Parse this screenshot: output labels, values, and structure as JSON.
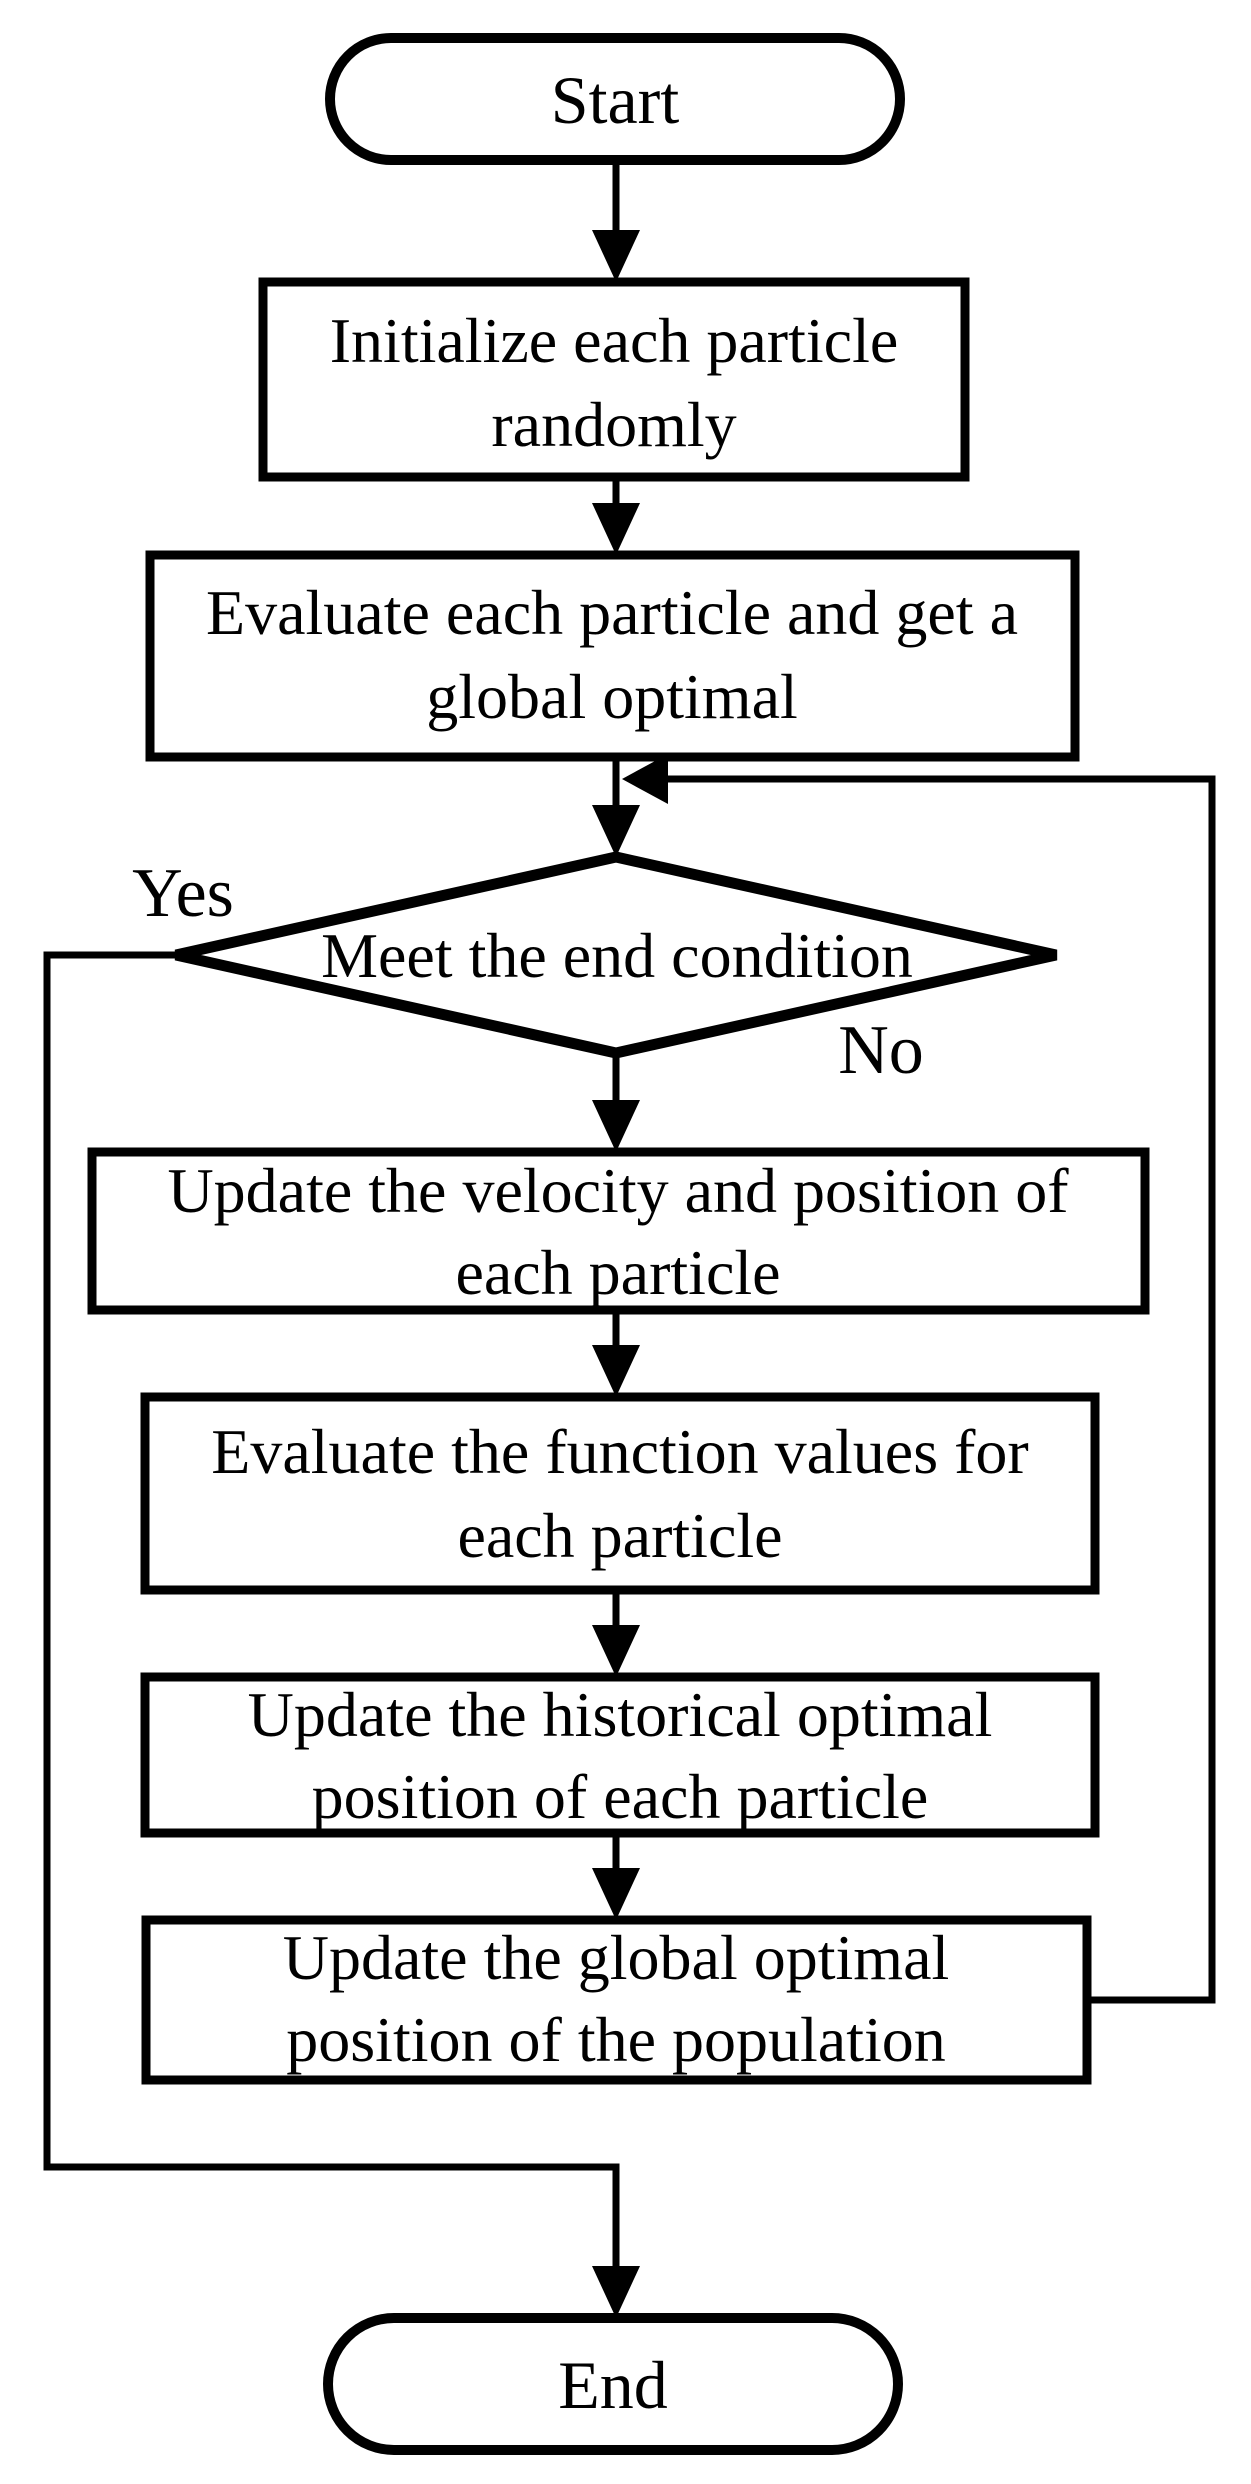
{
  "figure": {
    "type": "flowchart",
    "background_color": "#ffffff",
    "stroke_color": "#000000",
    "text_color": "#000000"
  },
  "nodes": {
    "start": {
      "type": "terminator",
      "label": "Start"
    },
    "initialize": {
      "type": "process",
      "line1": "Initialize each particle",
      "line2": "randomly"
    },
    "evaluate_initial": {
      "type": "process",
      "line1": "Evaluate each particle and get a",
      "line2": "global optimal"
    },
    "end_condition": {
      "type": "decision",
      "label": "Meet the end condition"
    },
    "update_velocity": {
      "type": "process",
      "line1": "Update the velocity and position of",
      "line2": "each particle"
    },
    "evaluate_function": {
      "type": "process",
      "line1": "Evaluate the function values for",
      "line2": "each particle"
    },
    "update_historical": {
      "type": "process",
      "line1": "Update the historical optimal",
      "line2": "position of each particle"
    },
    "update_global": {
      "type": "process",
      "line1": "Update the global optimal",
      "line2": "position of the population"
    },
    "end": {
      "type": "terminator",
      "label": "End"
    }
  },
  "edge_labels": {
    "yes": "Yes",
    "no": "No"
  }
}
